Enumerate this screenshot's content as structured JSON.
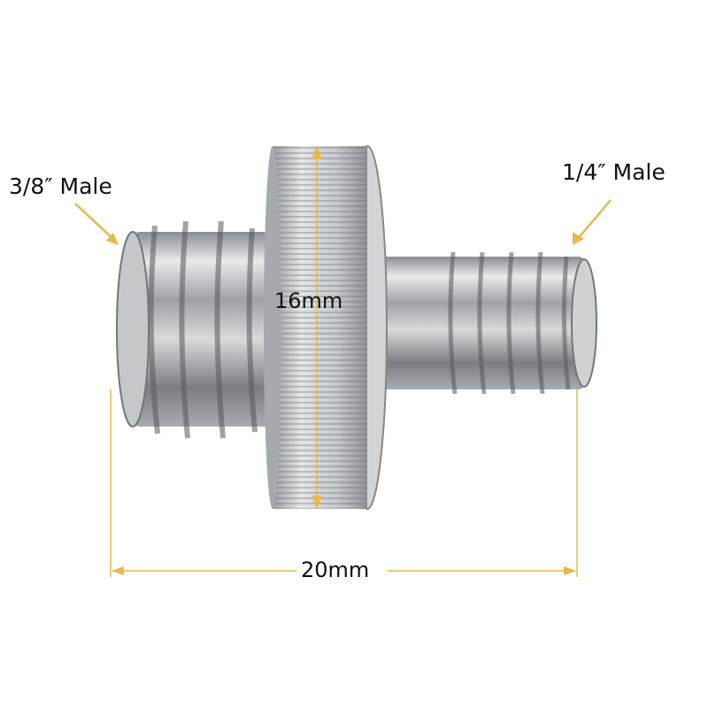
{
  "labels": {
    "left_thread": "3/8″ Male",
    "right_thread": "1/4″ Male",
    "diameter": "16mm",
    "length": "20mm"
  },
  "colors": {
    "dimension_line": "#e8b84a",
    "metal": "#b8bcc0"
  }
}
